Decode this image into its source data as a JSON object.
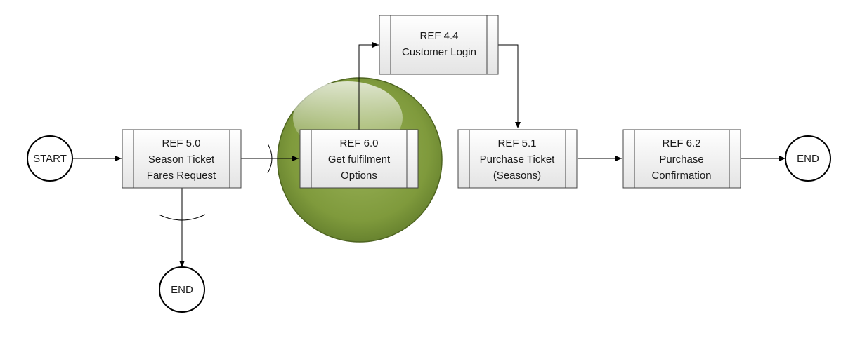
{
  "terminals": {
    "start": "START",
    "end_right": "END",
    "end_bottom": "END"
  },
  "processes": {
    "p50": {
      "ref": "REF 5.0",
      "line2": "Season Ticket",
      "line3": "Fares Request"
    },
    "p60": {
      "ref": "REF 6.0",
      "line2": "Get fulfilment",
      "line3": "Options"
    },
    "p44": {
      "ref": "REF 4.4",
      "line2": "Customer Login"
    },
    "p51": {
      "ref": "REF 5.1",
      "line2": "Purchase Ticket",
      "line3": "(Seasons)"
    },
    "p62": {
      "ref": "REF 6.2",
      "line2": "Purchase",
      "line3": "Confirmation"
    }
  },
  "colors": {
    "highlight": "#7f9a3c",
    "box_fill_top": "#ffffff",
    "box_fill_bottom": "#e6e6e6"
  }
}
